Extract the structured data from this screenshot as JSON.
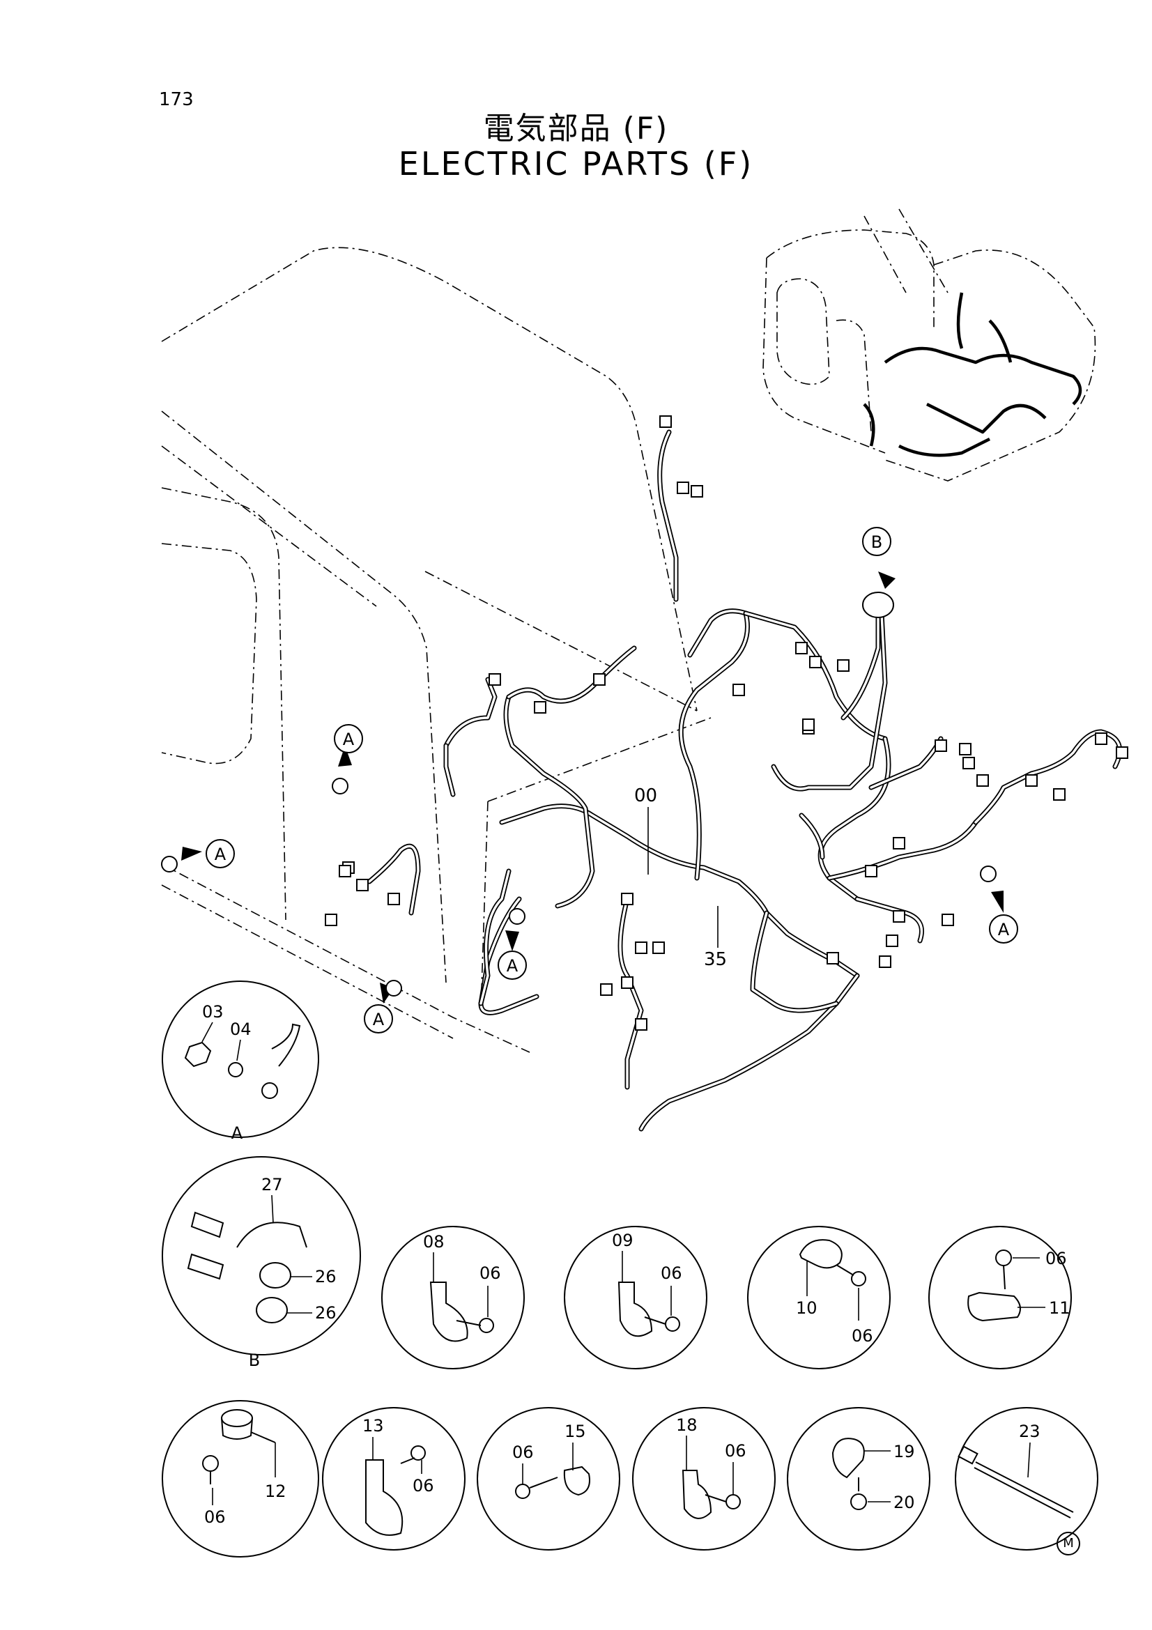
{
  "page_number": "173",
  "title_jp": "電気部品 (F)",
  "title_en": "ELECTRIC PARTS (F)",
  "main_callouts": {
    "harness": "00",
    "harness2": "35"
  },
  "ref_markers": {
    "a": "A",
    "b": "B"
  },
  "detail_a": {
    "label": "A",
    "parts": [
      "03",
      "04"
    ]
  },
  "detail_b": {
    "label": "B",
    "parts": [
      "27",
      "26",
      "26"
    ]
  },
  "details_row1": [
    {
      "parts": [
        "08",
        "06"
      ]
    },
    {
      "parts": [
        "09",
        "06"
      ]
    },
    {
      "parts": [
        "10",
        "06"
      ]
    },
    {
      "parts": [
        "06",
        "11"
      ]
    }
  ],
  "details_row2": [
    {
      "parts": [
        "12",
        "06"
      ]
    },
    {
      "parts": [
        "13",
        "06"
      ]
    },
    {
      "parts": [
        "06",
        "15"
      ]
    },
    {
      "parts": [
        "18",
        "06"
      ]
    },
    {
      "parts": [
        "19",
        "20"
      ]
    },
    {
      "parts": [
        "23"
      ]
    }
  ],
  "corner_mark": "M"
}
